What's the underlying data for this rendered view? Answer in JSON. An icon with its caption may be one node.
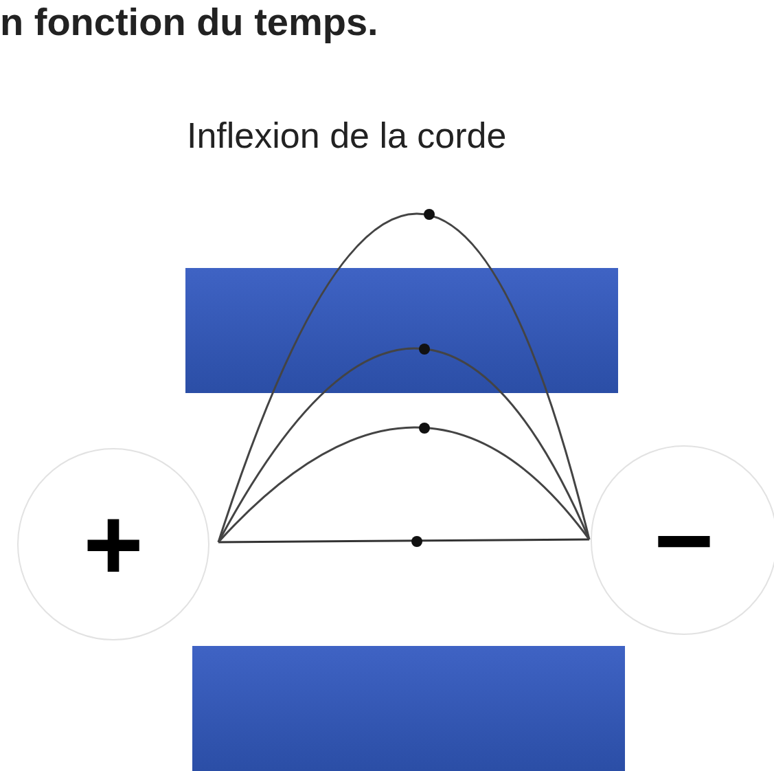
{
  "diagram": {
    "title": "Inflexion de la corde",
    "nodes": [
      {
        "text": [],
        "shape": "bar"
      },
      {
        "text": [
          "+"
        ]
      },
      {
        "text": [
          "−"
        ]
      },
      {
        "text": [],
        "shape": "bar"
      }
    ],
    "labels": [
      "n fonction du temps."
    ]
  }
}
